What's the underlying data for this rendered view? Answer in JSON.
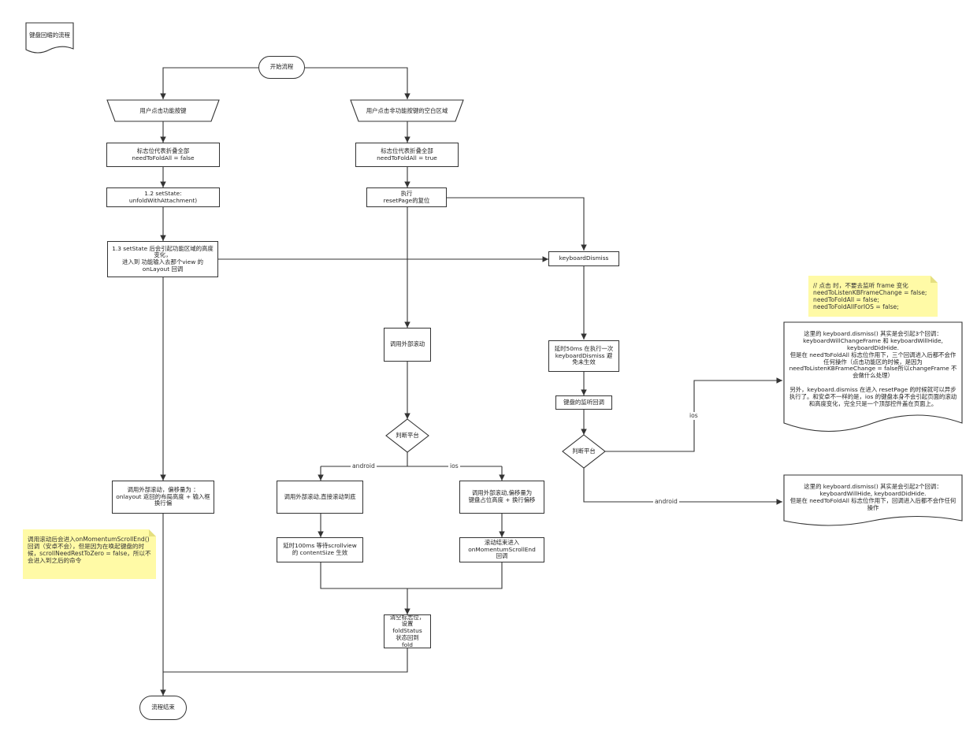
{
  "doc_label": "键盘回缩的流程",
  "start": "开始流程",
  "end": "流程结束",
  "left_branch": {
    "input": "用户点击功能按键",
    "flag": "标志位代表折叠全部\nneedToFoldAll = false",
    "set_state": "1.2 setState:\nunfoldWithAttachment)",
    "set_state_effect": "1.3 setState 后会引起功能区域的高度变化，\n进入到 功能输入去那个view 的\nonLayout 回调",
    "scroll": "调用外部滚动，偏移量为 ：\nonlayout 返回的布局高度 + 输入框换行偏"
  },
  "middle_branch": {
    "input": "用户点击非功能按键的空白区域",
    "flag": "标志位代表折叠全部\nneedToFoldAll = true",
    "reset": "执行\nresetPage的复位",
    "scroll": "调用外部滚动",
    "decision": "判断平台",
    "android_action": "调用外部滚动,直接滚动到底",
    "android_delay": "延时100ms 等待scrollview\n的 contentSize 生效",
    "ios_action": "调用外部滚动,偏移量为\n键盘占位高度 + 换行偏移",
    "ios_end": "滚动结束进入\nonMomentumScrollEnd\n回调",
    "clear": "清空标志位，\n设置\nfoldStatus\n状态回到\nfold"
  },
  "right_branch": {
    "dismiss": "keyboardDismiss",
    "delay": "延时50ms 在执行一次\nkeyboardDismiss 避\n免未生效",
    "listener": "键盘的监听回调",
    "decision": "判断平台",
    "ios_doc": "这里的 keyboard.dismiss() 其实是会引起3个回调：\nkeyboardWillChangeFrame 和 keyboardWillHide,\nkeyboardDidHide.\n但是在 needToFoldAll 标志位作用下，三个回调进入后都不会作任何操作（点击功能区的时候，是因为\nneedToListenKBFrameChange = false所以changeFrame 不会做什么处理）\n\n另外，keyboard.dismiss 在进入 resetPage 的时候就可以异步执行了。和安卓不一样的是，ios 的键盘本身不会引起页面的滚动和高度变化，完全只是一个顶部控件盖在页面上。",
    "android_doc": "这里的 keyboard.dismiss() 其实是会引起2个回调：\nkeyboardWillHide, keyboardDidHide.\n但是在 needToFoldAll 标志位作用下，回调进入后都不会作任何操作"
  },
  "labels": {
    "android": "android",
    "ios": "ios"
  },
  "notes": {
    "frame_note": "// 点击 时，不要去监听 frame 变化\nneedToListenKBFrameChange = false;\nneedToFoldAll = false;\nneedToFoldAllForIOS = false;",
    "scroll_note": "调用滚动后会进入onMomentumScrollEnd() 回调（安卓不会），但是因为在唤起键盘的时候，scrollNeedRestToZero = false，所以不会进入到之后的命令"
  }
}
